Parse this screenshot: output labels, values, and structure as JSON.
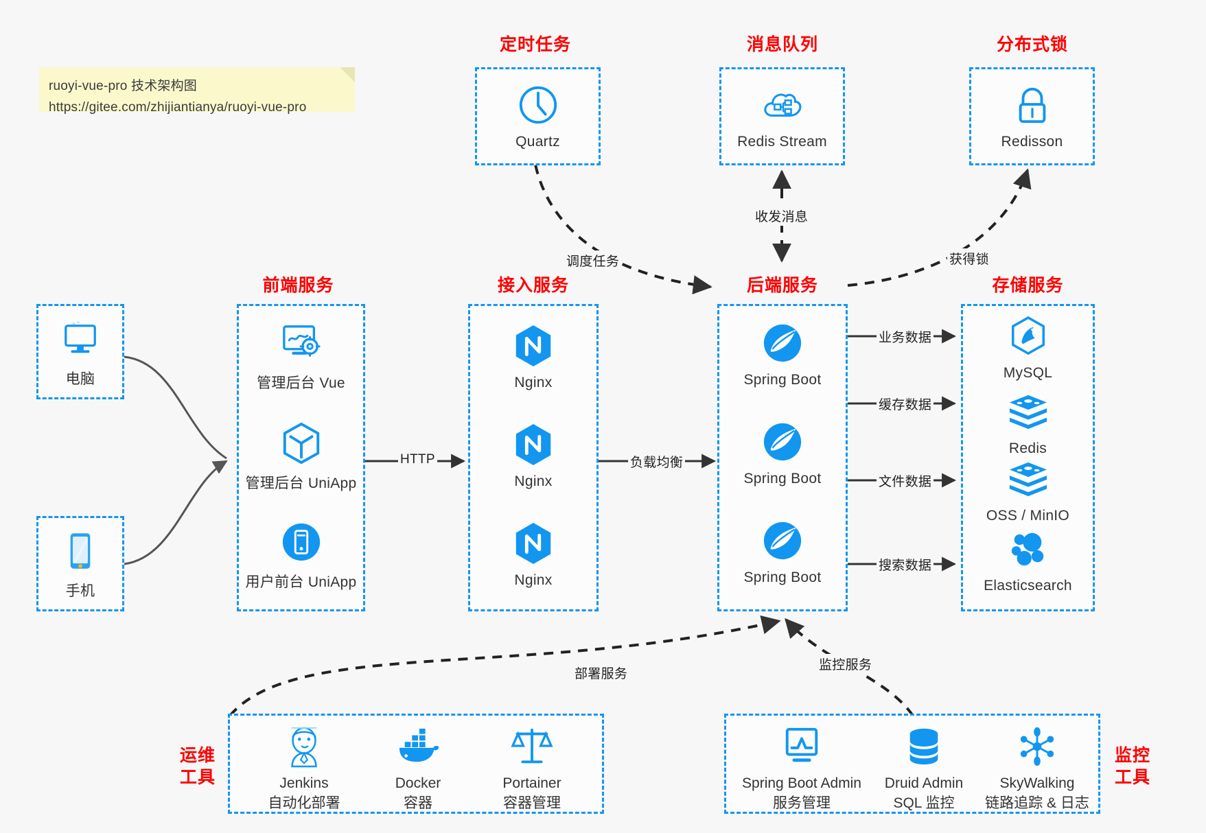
{
  "note": {
    "line1": "ruoyi-vue-pro 技术架构图",
    "line2": "https://gitee.com/zhijiantianya/ruoyi-vue-pro"
  },
  "colors": {
    "accent_blue": "#1296f0",
    "title_red": "#ff0000",
    "note_yellow": "#fbf8cc",
    "edge_gray": "#333333",
    "background": "#f7f7f7"
  },
  "groups": {
    "scheduled_task": {
      "title": "定时任务",
      "nodes": [
        {
          "label": "Quartz",
          "icon": "clock-icon"
        }
      ]
    },
    "message_queue": {
      "title": "消息队列",
      "nodes": [
        {
          "label": "Redis Stream",
          "icon": "cloud-network-icon"
        }
      ]
    },
    "distributed_lock": {
      "title": "分布式锁",
      "nodes": [
        {
          "label": "Redisson",
          "icon": "lock-icon"
        }
      ]
    },
    "clients": {
      "nodes": [
        {
          "label": "电脑",
          "icon": "desktop-icon"
        },
        {
          "label": "手机",
          "icon": "mobile-phone-icon"
        }
      ]
    },
    "frontend": {
      "title": "前端服务",
      "nodes": [
        {
          "label": "管理后台 Vue",
          "icon": "dashboard-gear-icon"
        },
        {
          "label": "管理后台 UniApp",
          "icon": "cube-icon"
        },
        {
          "label": "用户前台 UniApp",
          "icon": "mobile-circle-icon"
        }
      ]
    },
    "gateway": {
      "title": "接入服务",
      "nodes": [
        {
          "label": "Nginx",
          "icon": "nginx-icon"
        },
        {
          "label": "Nginx",
          "icon": "nginx-icon"
        },
        {
          "label": "Nginx",
          "icon": "nginx-icon"
        }
      ]
    },
    "backend": {
      "title": "后端服务",
      "nodes": [
        {
          "label": "Spring Boot",
          "icon": "spring-boot-icon"
        },
        {
          "label": "Spring Boot",
          "icon": "spring-boot-icon"
        },
        {
          "label": "Spring Boot",
          "icon": "spring-boot-icon"
        }
      ]
    },
    "storage": {
      "title": "存储服务",
      "nodes": [
        {
          "label": "MySQL",
          "icon": "mysql-icon"
        },
        {
          "label": "Redis",
          "icon": "redis-icon"
        },
        {
          "label": "OSS / MinIO",
          "icon": "redis-icon"
        },
        {
          "label": "Elasticsearch",
          "icon": "elasticsearch-icon"
        }
      ]
    },
    "devops": {
      "title": "运维\n工具",
      "title_line1": "运维",
      "title_line2": "工具",
      "nodes": [
        {
          "label": "Jenkins",
          "sub": "自动化部署",
          "icon": "jenkins-icon"
        },
        {
          "label": "Docker",
          "sub": "容器",
          "icon": "docker-icon"
        },
        {
          "label": "Portainer",
          "sub": "容器管理",
          "icon": "scales-icon"
        }
      ]
    },
    "monitoring": {
      "title_line1": "监控",
      "title_line2": "工具",
      "nodes": [
        {
          "label": "Spring Boot Admin",
          "sub": "服务管理",
          "icon": "monitor-chart-icon"
        },
        {
          "label": "Druid Admin",
          "sub": "SQL 监控",
          "icon": "database-icon"
        },
        {
          "label": "SkyWalking",
          "sub": "链路追踪 & 日志",
          "icon": "skywalking-icon"
        }
      ]
    }
  },
  "edges": [
    {
      "id": "schedule-task",
      "label": "调度任务"
    },
    {
      "id": "send-receive",
      "label": "收发消息"
    },
    {
      "id": "acquire-lock",
      "label": "获得锁"
    },
    {
      "id": "http",
      "label": "HTTP"
    },
    {
      "id": "load-balance",
      "label": "负载均衡"
    },
    {
      "id": "business-data",
      "label": "业务数据"
    },
    {
      "id": "cache-data",
      "label": "缓存数据"
    },
    {
      "id": "file-data",
      "label": "文件数据"
    },
    {
      "id": "search-data",
      "label": "搜索数据"
    },
    {
      "id": "deploy-service",
      "label": "部署服务"
    },
    {
      "id": "monitor-service",
      "label": "监控服务"
    }
  ]
}
